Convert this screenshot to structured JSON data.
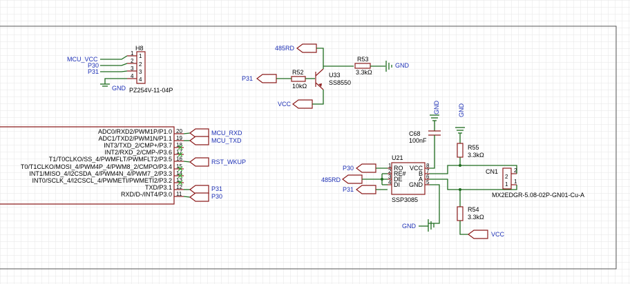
{
  "colors": {
    "wire": "#1d6b1d",
    "symbol": "#8b1a1a",
    "net_label": "#1c2fb5",
    "grid": "#e6e6e6",
    "no_connect": "#2bb52b"
  },
  "h8": {
    "ref": "H8",
    "value": "PZ254V-11-04P",
    "pins": [
      "1",
      "2",
      "3",
      "4"
    ],
    "nets": [
      "MCU_VCC",
      "P30",
      "P31"
    ],
    "gnd": "GND"
  },
  "mcu": {
    "pins": [
      {
        "name": "ADC0/RXD2/PWM1P/P1.0",
        "num": "20"
      },
      {
        "name": "ADC1/TXD2/PWM1N/P1.1",
        "num": "19"
      },
      {
        "name": "INT3/TXD_2/CMP+/P3.7",
        "num": "18"
      },
      {
        "name": "INT2/RXD_2/CMP-/P3.6",
        "num": "17"
      },
      {
        "name": "T1/T0CLKO/SS_4/PWMFLT/PWMFLT2/P3.5",
        "num": "16"
      },
      {
        "name": "T0/T1CLKO/MOSI_4/PWM4P_4/PWM8_2/CMPO/P3.4",
        "num": "15"
      },
      {
        "name": "INT1/MISO_4/I2CSDA_4/PWM4N_4/PWM7_2/P3.3",
        "num": "14"
      },
      {
        "name": "INT0/SCLK_4/I2CSCL_4/PWMETI/PWMETI2/P3.2",
        "num": "13"
      },
      {
        "name": "TXD/P3.1",
        "num": "12"
      },
      {
        "name": "RXD/D-/INT4/P3.0",
        "num": "11"
      }
    ],
    "nets": [
      "MCU_RXD",
      "MCU_TXD",
      "RST_WKUP",
      "P31",
      "P30"
    ]
  },
  "q": {
    "ref": "U33",
    "value": "SS8550",
    "r52_ref": "R52",
    "r52_val": "10kΩ",
    "r53_ref": "R53",
    "r53_val": "3.3kΩ",
    "net_485rd": "485RD",
    "net_p31": "P31",
    "net_vcc": "VCC",
    "net_gnd": "GND"
  },
  "rs485": {
    "u_ref": "U21",
    "u_val": "SSP3085",
    "pins_left": [
      {
        "name": "RO",
        "num": "1"
      },
      {
        "name": "RE#",
        "num": "2"
      },
      {
        "name": "DE",
        "num": "3"
      },
      {
        "name": "DI",
        "num": "4"
      }
    ],
    "pins_right": [
      {
        "name": "VCC",
        "num": "8"
      },
      {
        "name": "B",
        "num": "7"
      },
      {
        "name": "A",
        "num": "6"
      },
      {
        "name": "GND",
        "num": "5"
      }
    ],
    "c68_ref": "C68",
    "c68_val": "100nF",
    "r55_ref": "R55",
    "r55_val": "3.3kΩ",
    "r54_ref": "R54",
    "r54_val": "3.3kΩ",
    "cn_ref": "CN1",
    "cn_val": "MX2EDGR-5.08-02P-GN01-Cu-A",
    "cn_pins": [
      "2",
      "1",
      "2",
      "1"
    ],
    "net_p30": "P30",
    "net_485rd": "485RD",
    "net_p31": "P31",
    "net_gnd_top": "GND",
    "net_gnd_r55": "GND",
    "net_gnd_bottom": "GND",
    "net_vcc": "VCC"
  }
}
